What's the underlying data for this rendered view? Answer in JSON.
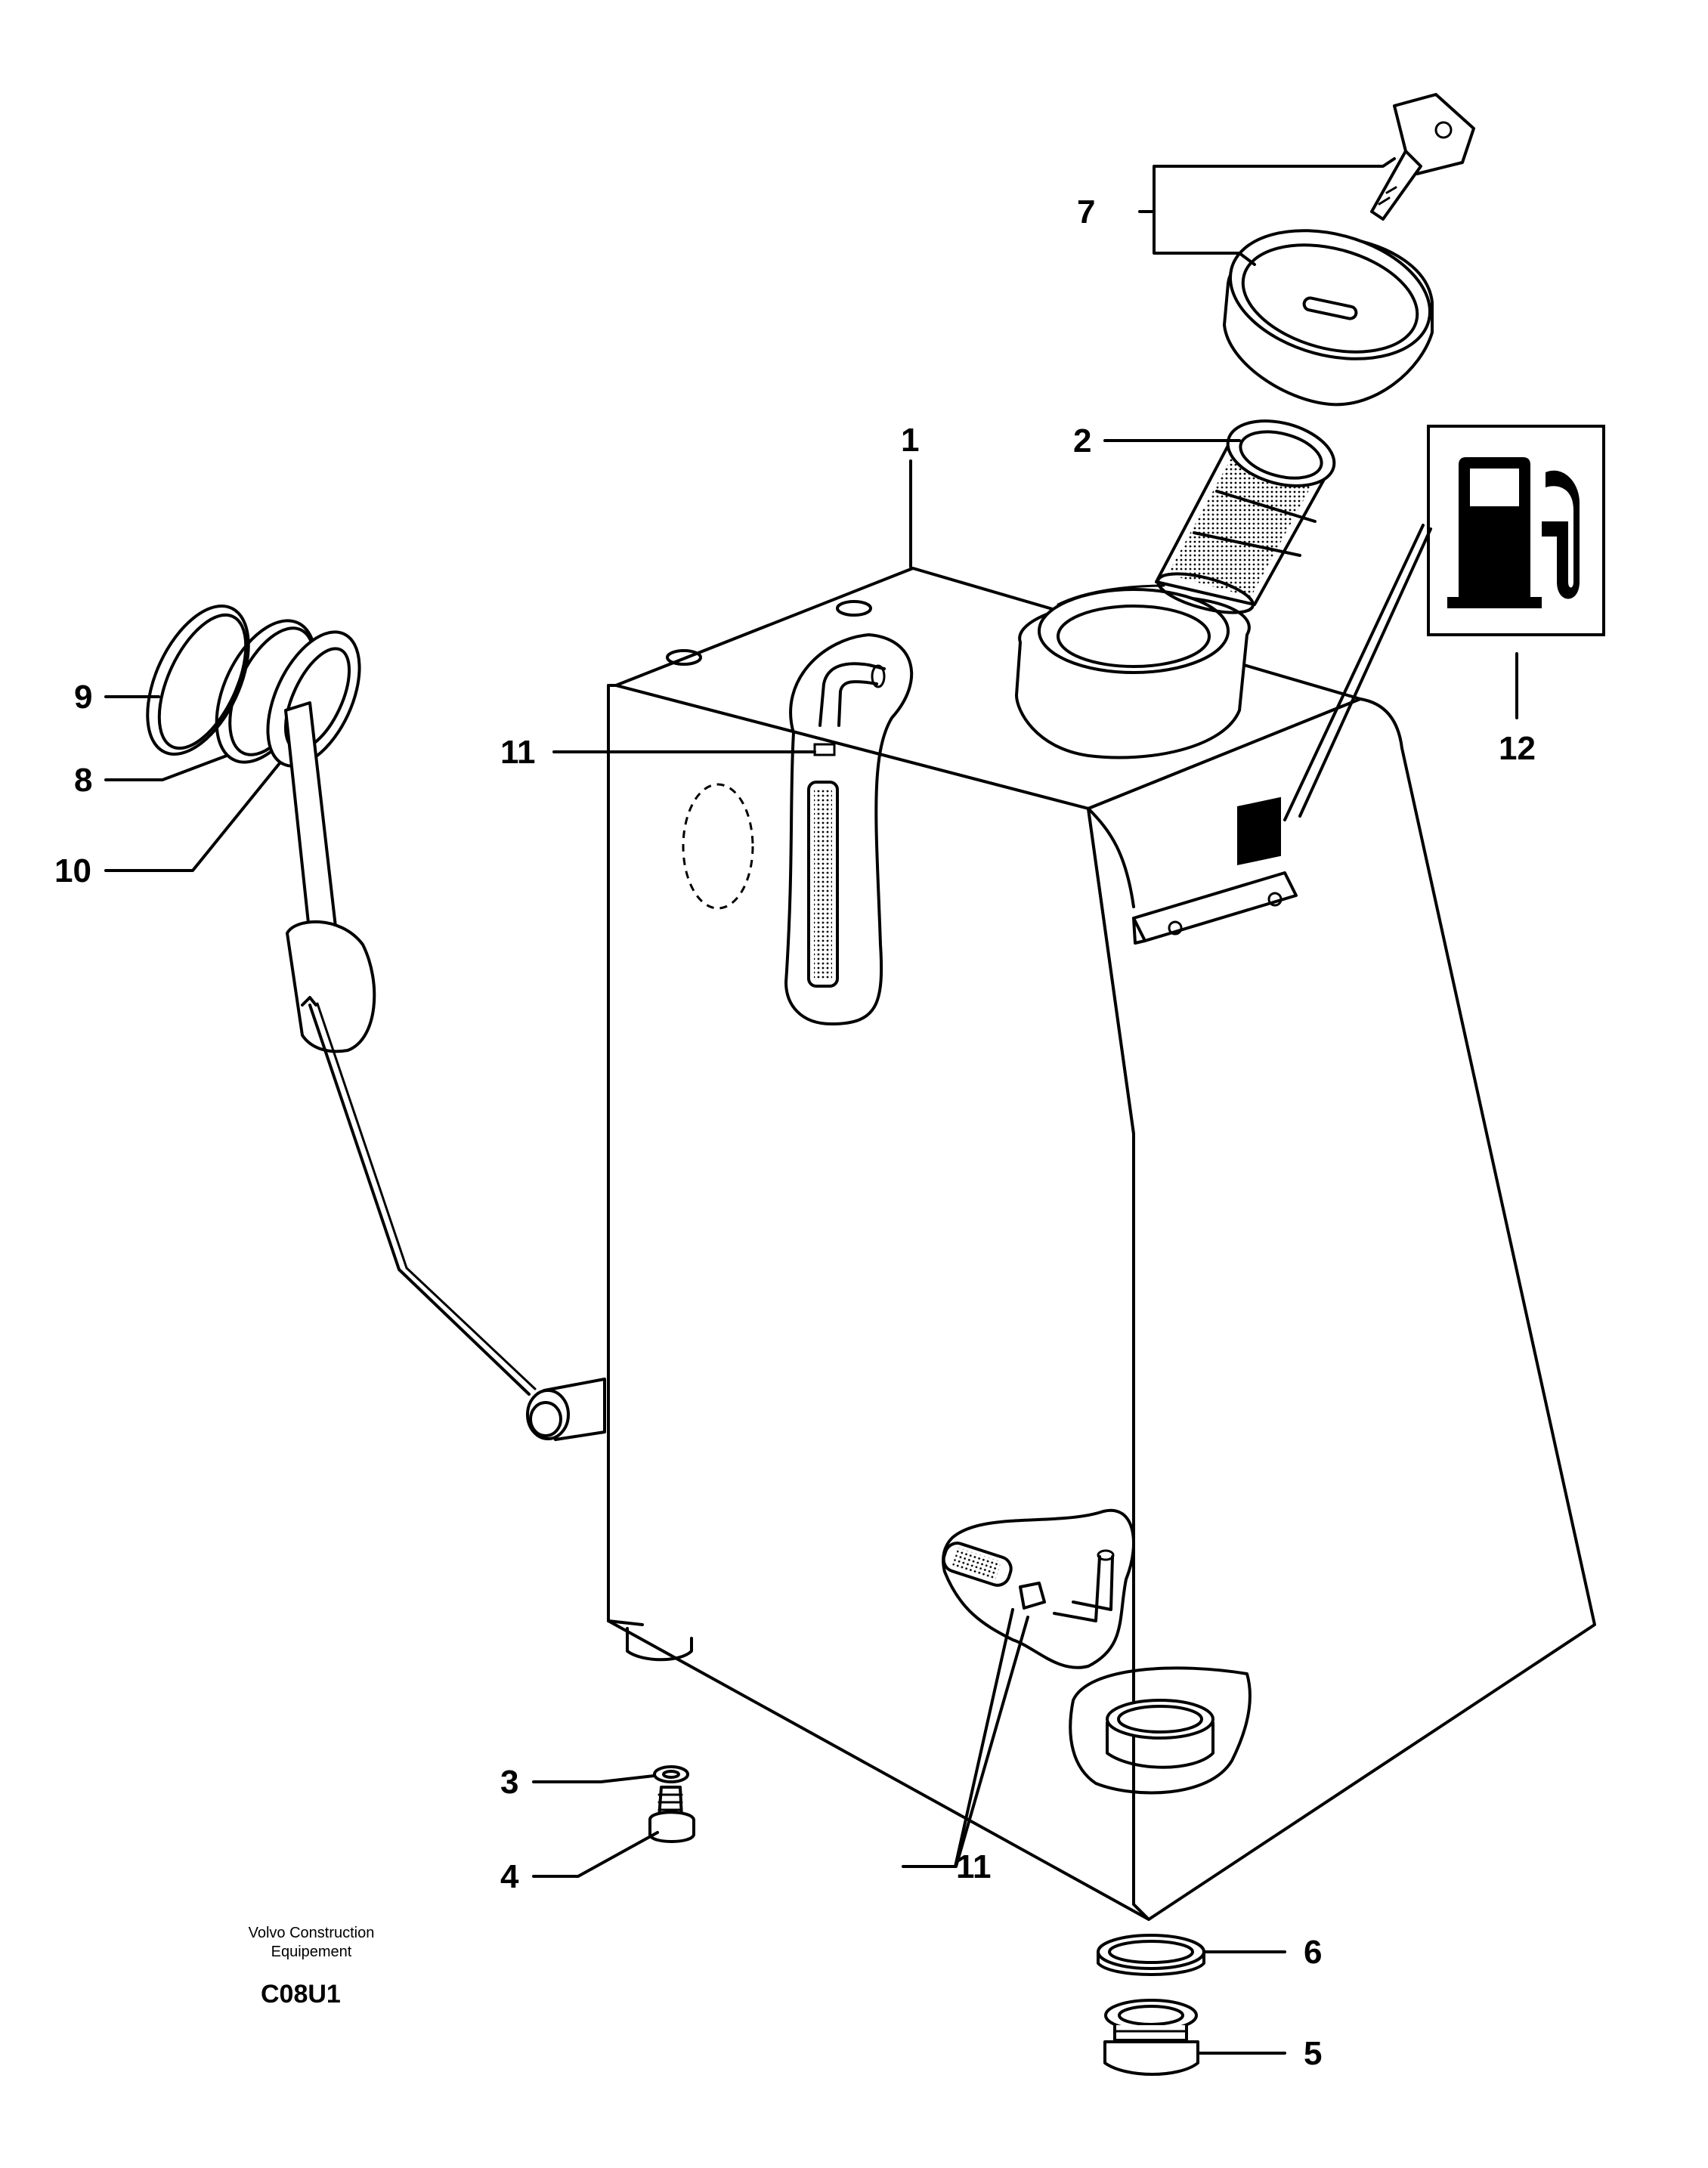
{
  "labels": {
    "p1": "1",
    "p2": "2",
    "p3": "3",
    "p4": "4",
    "p5": "5",
    "p6": "6",
    "p7": "7",
    "p8": "8",
    "p9": "9",
    "p10": "10",
    "p11a": "11",
    "p11b": "11",
    "p12": "12"
  },
  "credit": {
    "line1": "Volvo Construction",
    "line2": "Equipement",
    "code": "C08U1"
  },
  "icons": {
    "fuel_symbol": "fuel-pump-icon",
    "key": "key-icon"
  }
}
